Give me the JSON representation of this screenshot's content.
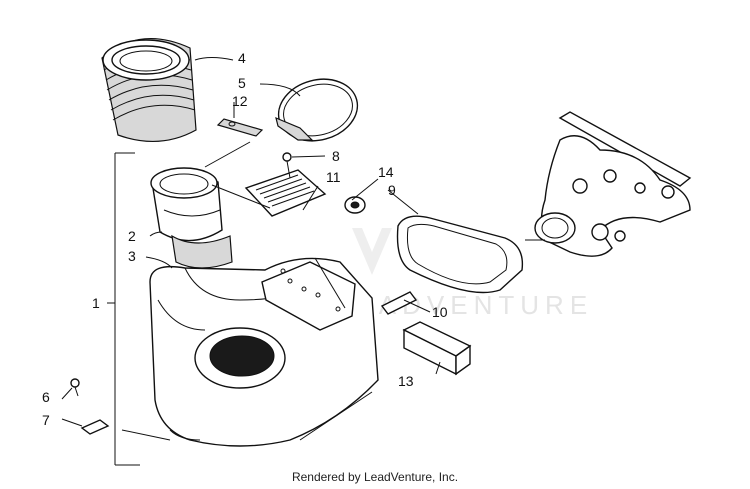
{
  "callouts": {
    "c1": "1",
    "c2": "2",
    "c3": "3",
    "c4": "4",
    "c5": "5",
    "c6": "6",
    "c7": "7",
    "c8": "8",
    "c9": "9",
    "c10": "10",
    "c11": "11",
    "c12": "12",
    "c13": "13",
    "c14": "14"
  },
  "watermark": "LEADVENTURE",
  "footer": "Rendered by LeadVenture, Inc."
}
